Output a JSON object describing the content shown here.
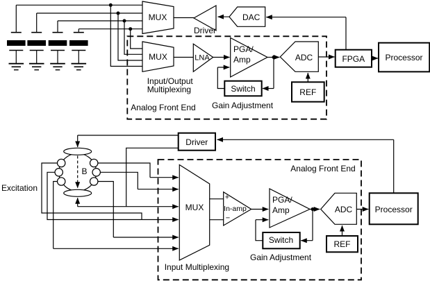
{
  "top": {
    "mux_top": "MUX",
    "mux_bottom": "MUX",
    "driver": "Driver",
    "dac": "DAC",
    "lna": "LNA",
    "pga_line1": "PGA/",
    "pga_line2": "Amp",
    "adc": "ADC",
    "fpga": "FPGA",
    "processor": "Processor",
    "ref": "REF",
    "switch": "Switch",
    "gain_adjustment": "Gain Adjustment",
    "io_mux_line1": "Input/Output",
    "io_mux_line2": "Multiplexing",
    "afe": "Analog Front End"
  },
  "bottom": {
    "driver": "Driver",
    "excitation": "Excitation",
    "field": "B",
    "mux": "MUX",
    "inamp": "In-amp",
    "inamp_plus": "+",
    "inamp_minus": "−",
    "pga_line1": "PGA/",
    "pga_line2": "Amp",
    "adc": "ADC",
    "ref": "REF",
    "switch": "Switch",
    "processor": "Processor",
    "gain_adjustment": "Gain Adjustment",
    "input_mux": "Input Multiplexing",
    "afe": "Analog Front End"
  },
  "colors": {
    "line": "#000000",
    "background": "#ffffff"
  }
}
